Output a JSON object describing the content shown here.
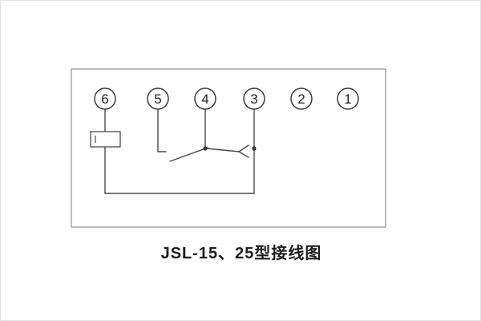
{
  "caption": "JSL-15、25型接线图",
  "terminals": [
    {
      "label": "6"
    },
    {
      "label": "5"
    },
    {
      "label": "4"
    },
    {
      "label": "3"
    },
    {
      "label": "2"
    },
    {
      "label": "1"
    }
  ],
  "components": {
    "coil": "relay-coil-box",
    "contact": "normally-open-contact"
  },
  "colors": {
    "wire": "#4a4a4a",
    "frame": "#8f8f8f",
    "background": "#ffffff",
    "caption_text": "#1c1c1c"
  }
}
